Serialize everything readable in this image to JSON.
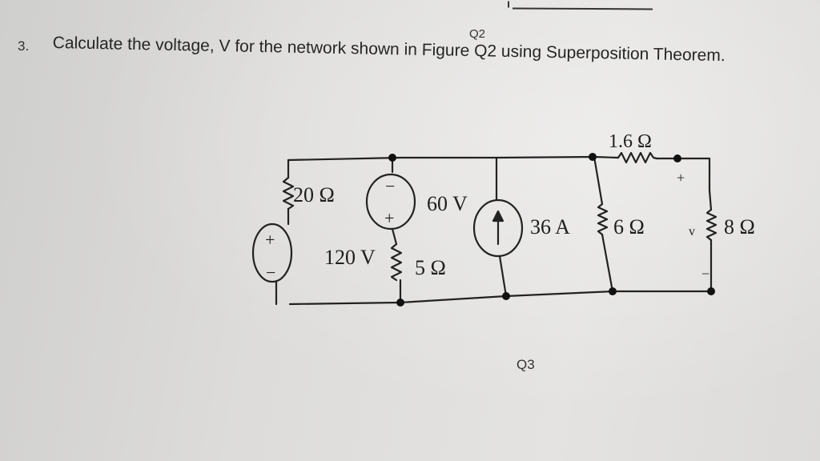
{
  "page": {
    "q2_label": "Q2",
    "question_number": "3.",
    "question_text": "Calculate the voltage, V for the network shown in Figure Q2 using Superposition Theorem.",
    "q3_label": "Q3"
  },
  "circuit": {
    "r20_label": "20 Ω",
    "v120_label": "120 V",
    "v60_label": "60 V",
    "r5_label": "5 Ω",
    "i36_label": "36 A",
    "r6_label": "6 Ω",
    "r16_label": "1.6 Ω",
    "r8_label": "8 Ω",
    "v_label": "v",
    "plus": "+",
    "minus": "−"
  }
}
